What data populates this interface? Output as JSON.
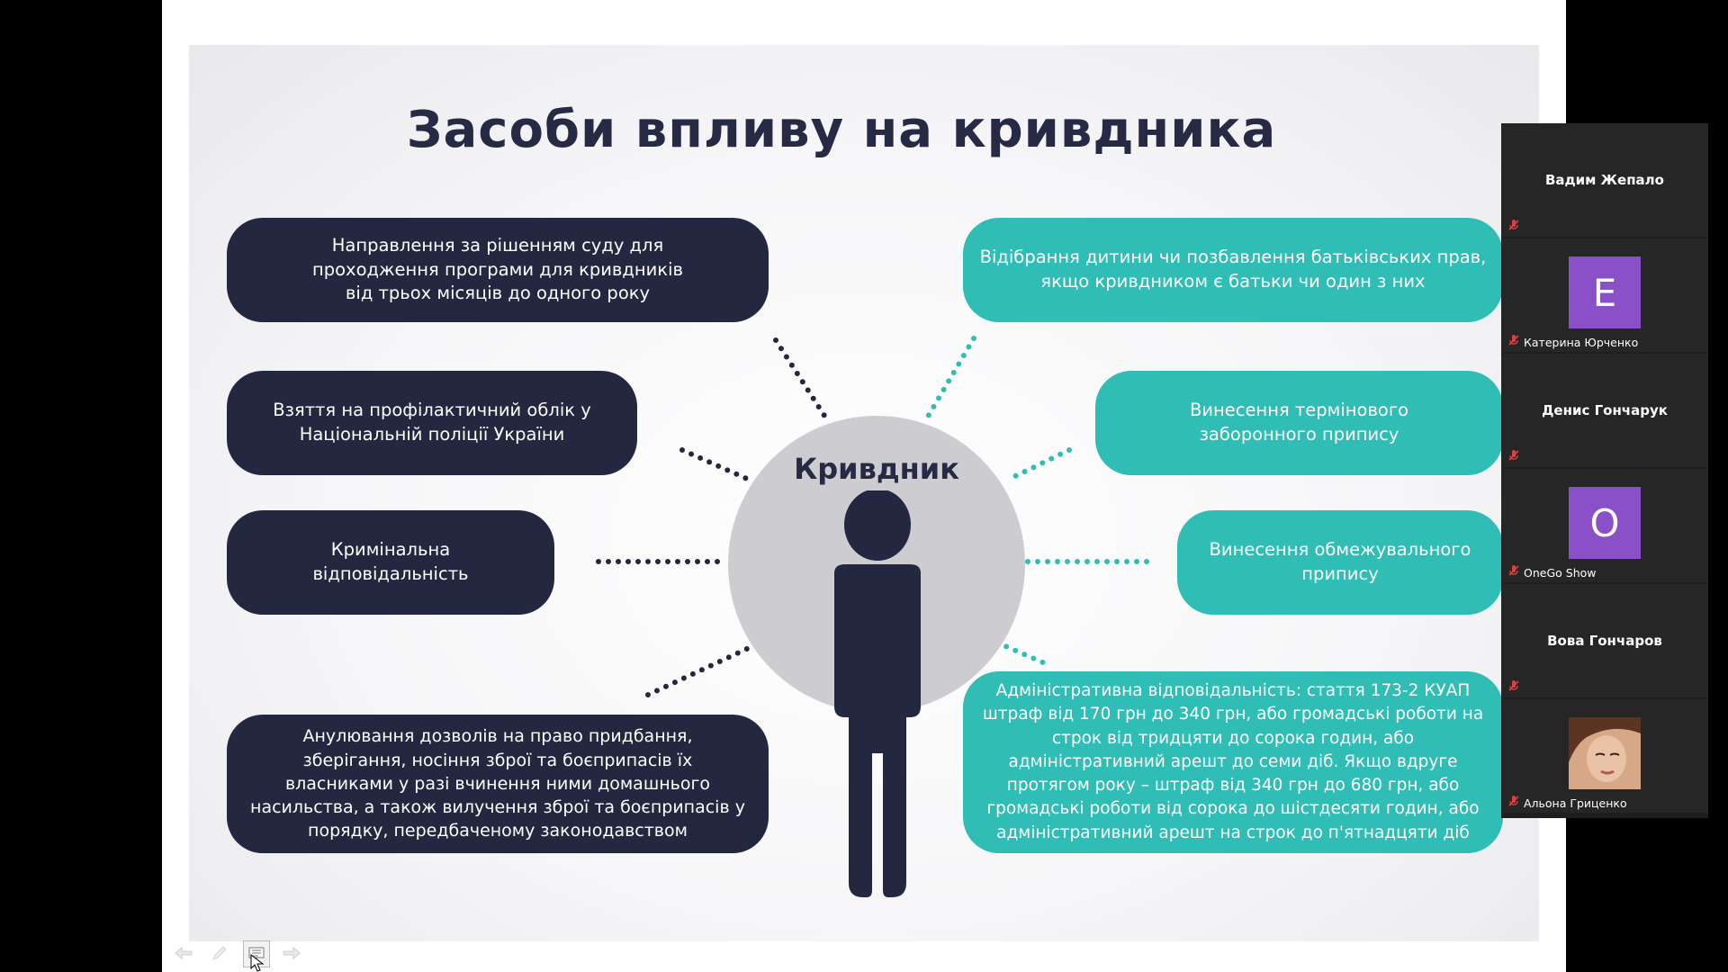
{
  "slide": {
    "title": "Засоби впливу на кривдника",
    "center_label": "Кривдник",
    "left_boxes": [
      {
        "text": "Направлення за рішенням суду для\nпроходження програми для кривдників\nвід трьох місяців до одного року"
      },
      {
        "text": "Взяття на профілактичний облік у\nНаціональній поліції України"
      },
      {
        "text": "Кримінальна\nвідповідальність"
      },
      {
        "text": "Анулювання дозволів на право придбання,\nзберігання, носіння зброї та боєприпасів їх\nвласниками у разі вчинення ними домашнього\nнасильства, а також вилучення зброї та боєприпасів у\nпорядку, передбаченому законодавством"
      }
    ],
    "right_boxes": [
      {
        "text": "Відібрання дитини чи позбавлення батьківських прав,\nякщо кривдником є батьки чи один з них"
      },
      {
        "text": "Винесення термінового\nзаборонного припису"
      },
      {
        "text": "Винесення обмежувального\nприпису"
      },
      {
        "text": "Адміністративна відповідальність: стаття 173-2 КУАП\nштраф від 170 грн до 340 грн, або  громадські роботи на\nстрок від тридцяти до сорока годин, або\nадміністративний арешт до семи діб. Якщо вдруге\nпротягом року – штраф від 340 грн до 680 грн, або\nгромадські роботи від сорока до шістдесяти годин, або\nадміністративний арешт на строк до п'ятнадцяти діб"
      }
    ],
    "colors": {
      "dark": "#23273f",
      "teal": "#2fbdb5",
      "circle": "#cdccd0"
    }
  },
  "participants": [
    {
      "name": "Вадим Жепало",
      "type": "name-only",
      "muted": true
    },
    {
      "name": "Катерина Юрченко",
      "type": "avatar",
      "initial": "E",
      "avatar_color": "#8a50c8",
      "muted": true
    },
    {
      "name": "Денис Гончарук",
      "type": "name-only",
      "muted": true
    },
    {
      "name": "OneGo Show",
      "type": "avatar",
      "initial": "O",
      "avatar_color": "#8a50c8",
      "muted": true
    },
    {
      "name": "Вова Гончаров",
      "type": "name-only",
      "muted": true
    },
    {
      "name": "Альона Гриценко",
      "type": "photo",
      "muted": true
    }
  ],
  "toolbar": {
    "icons": [
      "arrow-left-icon",
      "pen-icon",
      "slides-icon",
      "arrow-right-icon"
    ]
  }
}
